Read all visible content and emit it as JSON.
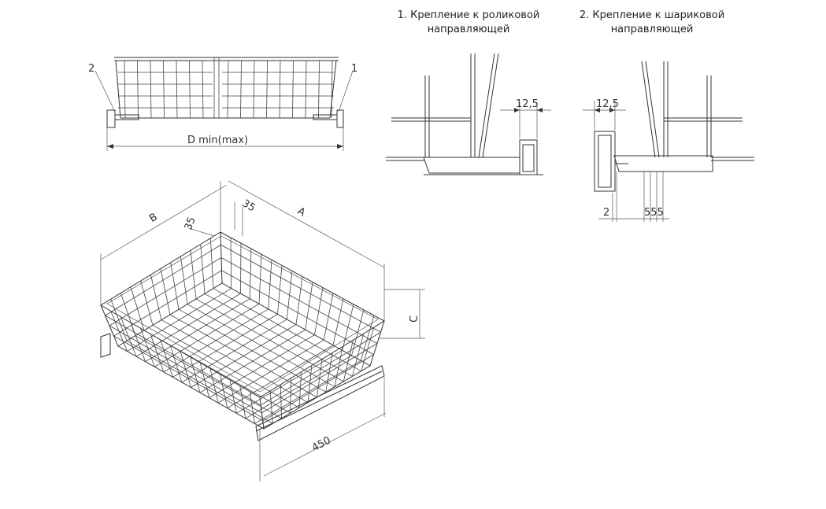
{
  "captions": {
    "roller": [
      "1. Крепление к роликовой",
      "направляющей"
    ],
    "ball": [
      "2. Крепление к шариковой",
      "направляющей"
    ]
  },
  "front_view": {
    "label_left": "2",
    "label_right": "1",
    "dimension": "D min(max)"
  },
  "iso_view": {
    "dim_b": "B",
    "dim_a": "A",
    "dim_c": "C",
    "dim_35_a": "35",
    "dim_35_b": "35",
    "dim_450": "450"
  },
  "roller_detail": {
    "dim": "12,5"
  },
  "ball_detail": {
    "dim": "12,5",
    "dim_2": "2",
    "dim_555": "555"
  }
}
